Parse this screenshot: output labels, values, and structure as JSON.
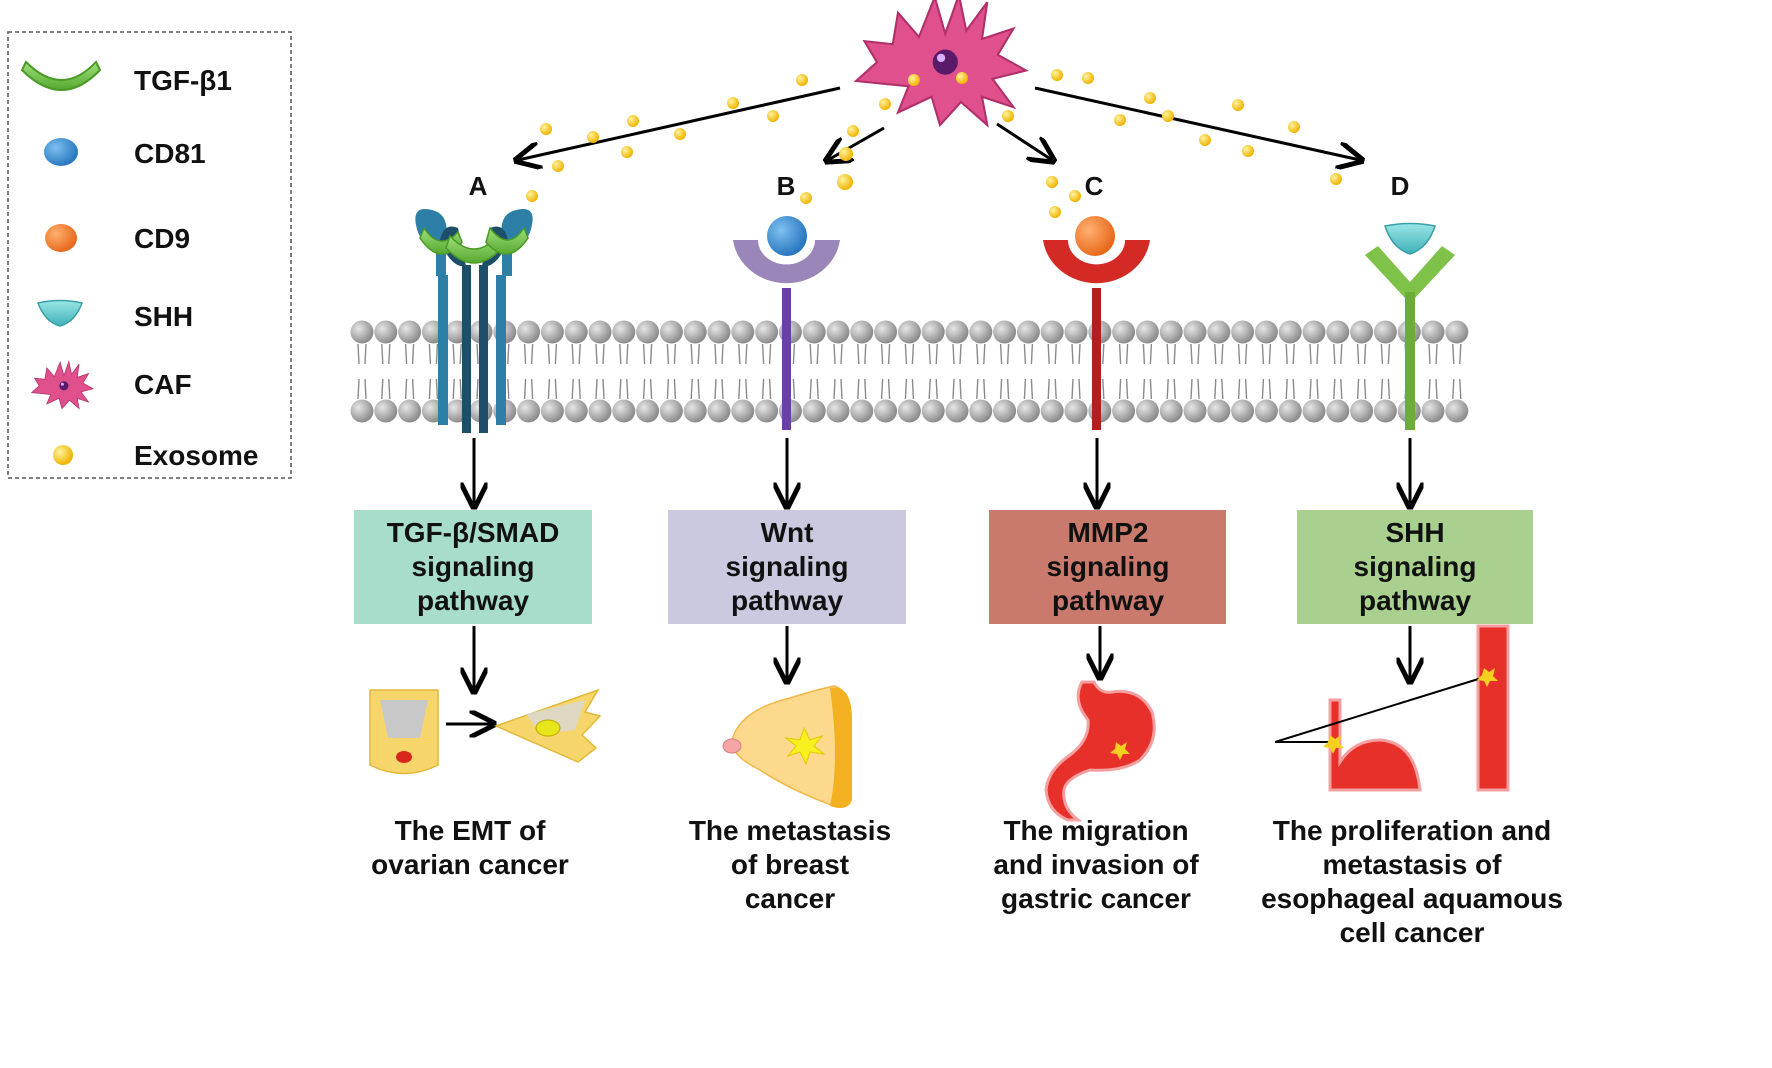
{
  "legend": {
    "items": [
      {
        "icon": "tgf-beta1-icon",
        "label": "TGF-β1",
        "color": "#6cc04a"
      },
      {
        "icon": "cd81-icon",
        "label": "CD81",
        "color": "#3c8fd0"
      },
      {
        "icon": "cd9-icon",
        "label": "CD9",
        "color": "#f08030"
      },
      {
        "icon": "shh-icon",
        "label": "SHH",
        "color": "#5fc8c8"
      },
      {
        "icon": "caf-icon",
        "label": "CAF",
        "color": "#e0508c"
      },
      {
        "icon": "exosome-icon",
        "label": "Exosome",
        "color": "#f5c518"
      }
    ]
  },
  "panels": [
    {
      "letter": "A",
      "receptor_color": "#2e7fa8",
      "pathway_lines": [
        "TGF-β/SMAD",
        "signaling",
        "pathway"
      ],
      "box_color": "#a8dccb",
      "outcome_lines": [
        "The EMT of",
        "ovarian cancer"
      ]
    },
    {
      "letter": "B",
      "receptor_color": "#9a86b8",
      "pathway_lines": [
        "Wnt",
        "signaling",
        "pathway"
      ],
      "box_color": "#cbc9df",
      "outcome_lines": [
        "The metastasis",
        "of breast",
        "cancer"
      ]
    },
    {
      "letter": "C",
      "receptor_color": "#d42a26",
      "pathway_lines": [
        "MMP2",
        "signaling",
        "pathway"
      ],
      "box_color": "#c97a6c",
      "outcome_lines": [
        "The migration",
        "and invasion of",
        "gastric cancer"
      ]
    },
    {
      "letter": "D",
      "receptor_color": "#7fc24a",
      "pathway_lines": [
        "SHH",
        "signaling",
        "pathway"
      ],
      "box_color": "#a9d08e",
      "outcome_lines": [
        "The proliferation and",
        "metastasis of",
        "esophageal aquamous",
        "cell cancer"
      ]
    }
  ],
  "colors": {
    "membrane_bead": "#9a9a9a",
    "exosome": "#f5c518",
    "caf_cell": "#e0508c",
    "arrow": "#000000"
  }
}
